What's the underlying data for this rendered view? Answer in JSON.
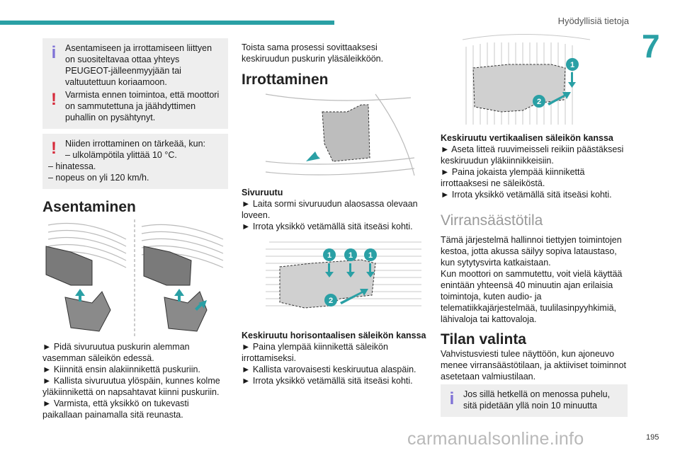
{
  "header": {
    "section_title": "Hyödyllisiä tietoja",
    "chapter": "7"
  },
  "col1": {
    "info1": "Asentamiseen ja irrottamiseen liittyen on suositeltavaa ottaa yhteys PEUGEOT-jälleenmyyjään tai valtuutettuun korjaamoon.",
    "warn1": "Varmista ennen toimintoa, että moottori on sammutettuna ja jäähdyttimen puhallin on pysähtynyt.",
    "warn2_line1": "Niiden irrottaminen on tärkeää, kun:",
    "warn2_line2": "– ulkolämpötila ylittää 10 °C.",
    "warn2_line3": "– hinatessa.",
    "warn2_line4": "– nopeus on yli 120 km/h.",
    "heading": "Asentaminen",
    "steps": [
      "► Pidä sivuruutua puskurin alemman vasemman säleikön edessä.",
      "► Kiinnitä ensin alakiinnikettä puskuriin.",
      "► Kallista sivuruutua ylöspäin, kunnes kolme yläkiinnikettä on napsahtavat kiinni puskuriin.",
      "► Varmista, että yksikkö on tukevasti paikallaan painamalla sitä reunasta."
    ]
  },
  "col2": {
    "intro": "Toista sama prosessi sovittaaksesi keskiruudun puskurin yläsäleikköön.",
    "heading": "Irrottaminen",
    "sub1_title": "Sivuruutu",
    "sub1_steps": [
      "► Laita sormi sivuruudun alaosassa olevaan loveen.",
      "► Irrota yksikkö vetämällä sitä itseäsi kohti."
    ],
    "sub2_title": "Keskiruutu horisontaalisen säleikön kanssa",
    "sub2_steps": [
      "► Paina ylempää kiinnikettä säleikön irrottamiseksi.",
      "► Kallista varovaisesti keskiruutua alaspäin.",
      "► Irrota yksikkö vetämällä sitä itseäsi kohti."
    ],
    "callouts": [
      "1",
      "1",
      "1",
      "2"
    ]
  },
  "col3": {
    "callouts": [
      "1",
      "2"
    ],
    "sub_title": "Keskiruutu vertikaalisen säleikön kanssa",
    "steps": [
      "► Aseta litteä ruuvimeisseli reikiin päästäksesi keskiruudun yläkiinnikkeisiin.",
      "► Paina jokaista ylempää kiinnikettä irrottaaksesi ne säleiköstä.",
      "► Irrota yksikkö vetämällä sitä itseäsi kohti."
    ],
    "heading1": "Virransäästötila",
    "para1": [
      "Tämä järjestelmä hallinnoi tiettyjen toimintojen kestoa, jotta akussa säilyy sopiva lataustaso, kun sytytysvirta katkaistaan.",
      "Kun moottori on sammutettu, voit vielä käyttää enintään yhteensä 40 minuutin ajan erilaisia toimintoja, kuten audio- ja telematiikkajärjestelmää, tuulilasinpyyhkimiä, lähivaloja tai kattovaloja."
    ],
    "heading2": "Tilan valinta",
    "para2": "Vahvistusviesti tulee näyttöön, kun ajoneuvo menee virransäästötilaan, ja aktiiviset toiminnot asetetaan valmiustilaan.",
    "info": "Jos sillä hetkellä on menossa puhelu, sitä pidetään yllä noin 10 minuutta"
  },
  "footer": {
    "page": "195",
    "watermark": "carmanualsonline.info"
  },
  "colors": {
    "accent": "#2aa0a5",
    "info_icon": "#7f72d6",
    "warn_icon": "#d62b3b",
    "box_bg": "#eeeeee"
  },
  "icons": [
    "info-icon",
    "warning-icon"
  ]
}
